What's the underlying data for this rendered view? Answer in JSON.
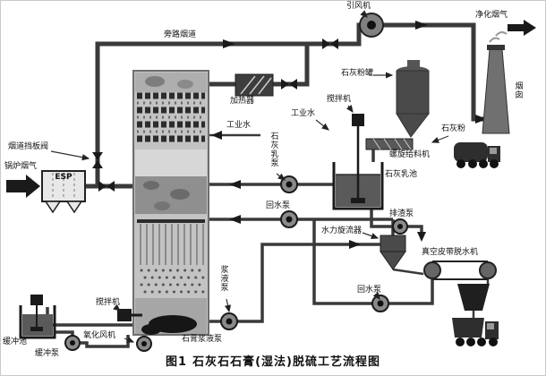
{
  "caption": {
    "figure": "图1",
    "title": "石灰石石膏(湿法)脱硫工艺流程图"
  },
  "labels": {
    "bypass_flue": "旁路烟道",
    "induced_draft_fan": "引风机",
    "clean_flue_gas": "净化烟气",
    "lime_powder_tank": "石灰粉罐",
    "chimney": "烟囱",
    "heater": "加热器",
    "industrial_water_tower": "工业水",
    "industrial_water_pool": "工业水",
    "agitator_top": "搅拌机",
    "lime_powder": "石灰粉",
    "flue_damper_valve": "烟道挡板阀",
    "boiler_flue_gas": "锅炉烟气",
    "esp": "ESP",
    "lime_milk_pump": "石灰乳泵",
    "screw_feeder": "螺旋给料机",
    "lime_milk_pool": "石灰乳池",
    "return_water_pump_upper": "回水泵",
    "slag_discharge_pump": "排渣泵",
    "hydrocyclone": "水力旋流器",
    "vacuum_belt_dehydrator": "真空皮带脱水机",
    "return_water_pump_lower": "回水泵",
    "slurry_pump": "浆液泵",
    "agitator_bottom": "搅拌机",
    "oxidation_fan": "氧化风机",
    "gypsum_slurry_pump": "石膏浆液泵",
    "buffer_pool": "缓冲池",
    "buffer_pump": "缓冲泵"
  },
  "colors": {
    "background": "#ffffff",
    "line": "#3a3a3a",
    "component": "#4a4a4a"
  }
}
